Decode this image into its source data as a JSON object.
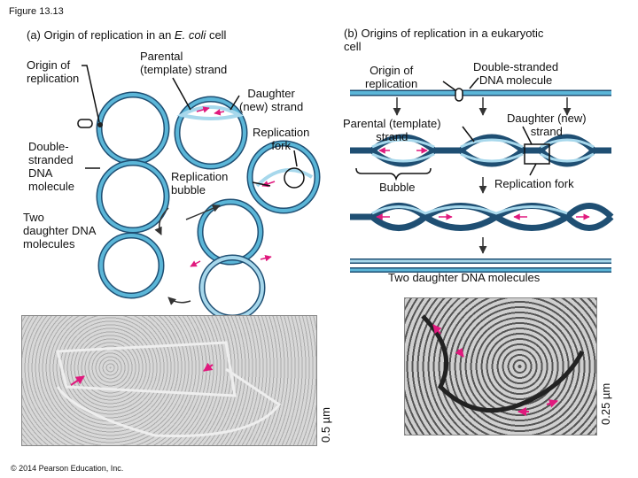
{
  "figure_number": "Figure 13.13",
  "panel_a": {
    "title_prefix": "(a) Origin of replication in an ",
    "title_species": "E. coli",
    "title_suffix": " cell",
    "label_origin": "Origin of\nreplication",
    "label_parental": "Parental\n(template) strand",
    "label_daughter": "Daughter\n(new) strand",
    "label_dsdna": "Double-\nstranded\nDNA\nmolecule",
    "label_fork": "Replication\nfork",
    "label_bubble": "Replication\nbubble",
    "label_two_daughter": "Two\ndaughter DNA\nmolecules",
    "scale_bar": "0.5 µm"
  },
  "panel_b": {
    "title": "(b) Origins of replication in a eukaryotic\ncell",
    "label_origin": "Origin of\nreplication",
    "label_dsdna": "Double-stranded\nDNA molecule",
    "label_parental": "Parental (template)\nstrand",
    "label_daughter": "Daughter (new)\nstrand",
    "label_bubble": "Bubble",
    "label_fork": "Replication fork",
    "label_two_daughter": "Two daughter DNA molecules",
    "scale_bar": "0.25 µm"
  },
  "copyright": "© 2014 Pearson Education, Inc.",
  "colors": {
    "parental": "#5bb6d8",
    "parental_dark": "#1f4f73",
    "daughter": "#a7d8ec",
    "arrow_magenta": "#e0197d",
    "arrow_dark": "#333333"
  }
}
